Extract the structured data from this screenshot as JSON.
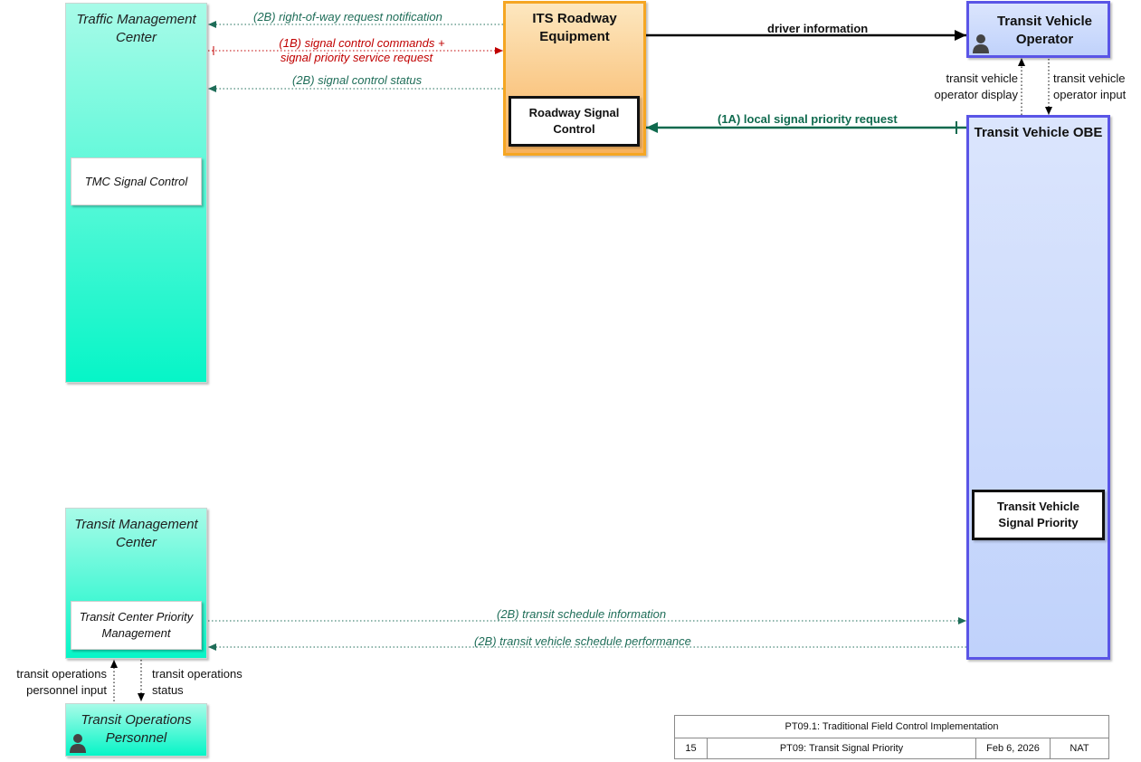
{
  "centers": {
    "traffic_management": "Traffic Management Center",
    "transit_management": "Transit Management Center",
    "transit_operations_personnel": "Transit Operations Personnel"
  },
  "functions": {
    "tmc_signal_control": "TMC Signal Control",
    "transit_center_priority": "Transit Center Priority Management",
    "roadway_signal_control": "Roadway Signal Control",
    "transit_vehicle_signal_priority": "Transit Vehicle Signal Priority"
  },
  "field": {
    "its_roadway_equipment": "ITS Roadway Equipment"
  },
  "vehicle": {
    "transit_vehicle_operator": "Transit Vehicle Operator",
    "transit_vehicle_obe": "Transit Vehicle OBE"
  },
  "flows": {
    "right_of_way": "(2B) right-of-way request notification",
    "signal_control_commands_1": "(1B) signal control commands +",
    "signal_control_commands_2": "signal priority service request",
    "signal_control_status": "(2B) signal control status",
    "driver_information": "driver information",
    "local_signal_priority": "(1A) local signal priority request",
    "operator_display_1": "transit vehicle",
    "operator_display_2": "operator display",
    "operator_input_1": "transit vehicle",
    "operator_input_2": "operator input",
    "schedule_information": "(2B) transit schedule information",
    "schedule_performance": "(2B) transit vehicle schedule performance",
    "personnel_input_1": "transit operations",
    "personnel_input_2": "personnel input",
    "personnel_status_1": "transit operations",
    "personnel_status_2": "status"
  },
  "title_block": {
    "title": "PT09.1: Traditional Field Control Implementation",
    "number": "15",
    "service": "PT09: Transit Signal Priority",
    "date": "Feb 6, 2026",
    "scope": "NAT"
  },
  "colors": {
    "center_fill": "#06f5c7",
    "field_border": "#f5a623",
    "vehicle_border": "#5a55e6",
    "flow_green": "#1e6d58",
    "flow_red": "#c00000"
  }
}
